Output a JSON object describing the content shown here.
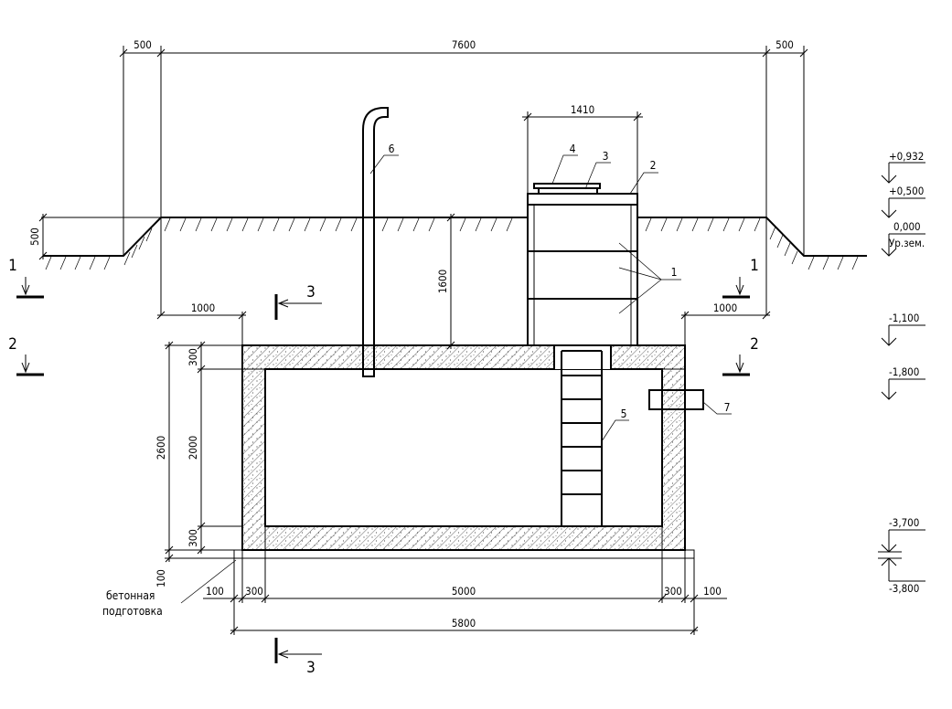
{
  "dimensions": {
    "top_left": "500",
    "top_total": "7600",
    "top_right": "500",
    "pit_depth": "500",
    "tank_width": "1410",
    "riser_height": "1600",
    "offset_left": "1000",
    "offset_right": "1000",
    "total_height": "2600",
    "roof_slab": "300",
    "inner_height": "2000",
    "floor_slab": "300",
    "base_thickness": "100",
    "bottom_left_offset": "100",
    "bottom_left_wall": "300",
    "inner_width": "5000",
    "bottom_right_wall": "300",
    "bottom_right_offset": "100",
    "overall_width": "5800"
  },
  "callouts": [
    "1",
    "2",
    "3",
    "4",
    "5",
    "6",
    "7"
  ],
  "sections": {
    "section1": "1",
    "section2": "2",
    "section3": "3"
  },
  "elevations": [
    "+0,932",
    "+0,500",
    "0,000",
    "-1,100",
    "-1,800",
    "-3,700",
    "-3,800"
  ],
  "ground_level_label": "Ур.зем.",
  "base_label_line1": "бетонная",
  "base_label_line2": "подготовка"
}
